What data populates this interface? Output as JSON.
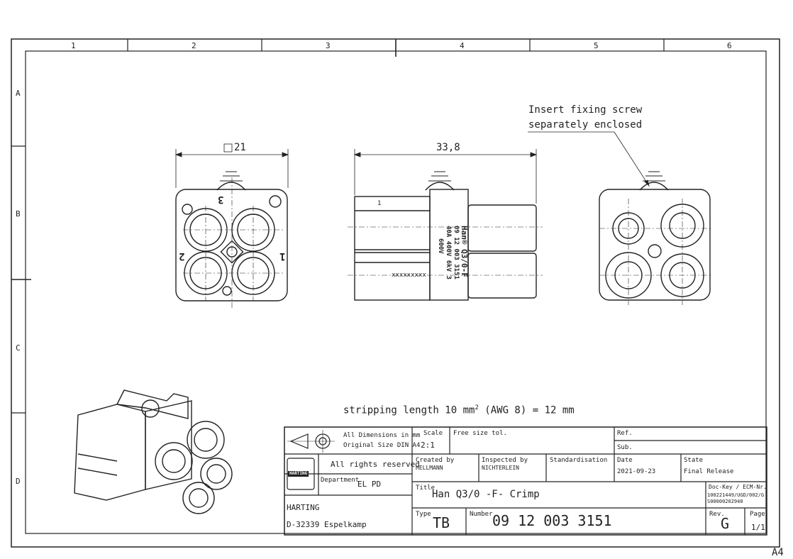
{
  "grid": {
    "columns": [
      "1",
      "2",
      "3",
      "4",
      "5",
      "6"
    ],
    "rows": [
      "A",
      "B",
      "C",
      "D"
    ],
    "sheet_size": "A4"
  },
  "dimensions": {
    "front_width": "21",
    "side_length": "33,8"
  },
  "callout": {
    "line1": "Insert fixing screw",
    "line2": "separately enclosed"
  },
  "side_markings": {
    "line1": "Han® Q3/0-F",
    "line2": "09 12 003 3151",
    "line3": "40A 400V 6kV 3",
    "line4": "600V",
    "part_marker": "xxxxxxxxx",
    "contact_label": "1"
  },
  "front_numbers": [
    "3",
    "2",
    "1"
  ],
  "stripping_note": {
    "prefix": "stripping length 10 mm",
    "sup": "2",
    "suffix": " (AWG 8) = 12 mm"
  },
  "title_block": {
    "dims_line1": "All Dimensions in mm",
    "dims_line2": "Original Size DIN A4",
    "scale_label": "Scale",
    "scale_value": "2:1",
    "tolerance": "Free size tol.",
    "ref_label": "Ref.",
    "sub_label": "Sub.",
    "logo_text": "HARTING",
    "rights": "All rights reserved",
    "department_label": "Department",
    "department_value": "EL PD",
    "company": "HARTING",
    "address": "D-32339 Espelkamp",
    "created_label": "Created by",
    "created_value": "HELLMANN",
    "inspected_label": "Inspected by",
    "inspected_value": "NICHTERLEIN",
    "standard_label": "Standardisation",
    "date_label": "Date",
    "date_value": "2021-09-23",
    "state_label": "State",
    "state_value": "Final Release",
    "title_label": "Title",
    "title_value": "Han Q3/0 -F- Crimp",
    "dockey_label": "Doc-Key / ECM-Nr.",
    "dockey_line1": "100221449/UGD/002/G",
    "dockey_line2": "S00000202940",
    "type_label": "Type",
    "type_value": "TB",
    "number_label": "Number",
    "number_value": "09 12 003 3151",
    "rev_label": "Rev.",
    "rev_value": "G",
    "page_label": "Page",
    "page_value": "1/1"
  }
}
